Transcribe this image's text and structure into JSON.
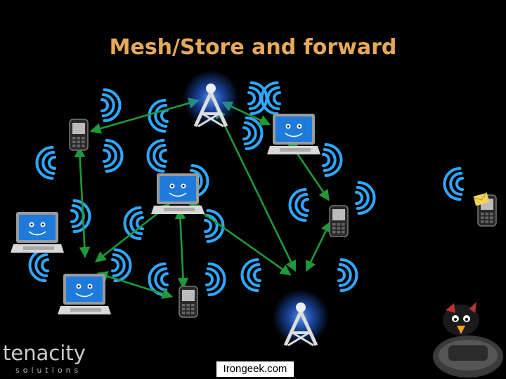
{
  "slide": {
    "title": "Mesh/Store and forward",
    "title_color": "#e6a95a",
    "footer_text": "Irongeek.com",
    "logo": {
      "name": "tenacity",
      "subtitle": "solutions"
    }
  },
  "colors": {
    "signal_wave": "#2fa8ff",
    "arrow": "#1f9a3a",
    "laptop_screen": "#1e7bdc",
    "laptop_body": "#d8d8d8",
    "phone_body": "#2a2a2a",
    "tower_glow": "#2a6fff",
    "message_note": "#f2d35a"
  },
  "nodes": [
    {
      "id": "tower-top",
      "kind": "tower-icon"
    },
    {
      "id": "tower-bottom",
      "kind": "tower-icon"
    },
    {
      "id": "phone-top-left",
      "kind": "phone-icon"
    },
    {
      "id": "laptop-top-right",
      "kind": "laptop-icon"
    },
    {
      "id": "laptop-center",
      "kind": "laptop-icon"
    },
    {
      "id": "laptop-left",
      "kind": "laptop-icon"
    },
    {
      "id": "phone-right",
      "kind": "phone-icon"
    },
    {
      "id": "laptop-bottom-left",
      "kind": "laptop-icon"
    },
    {
      "id": "phone-bottom",
      "kind": "phone-icon"
    },
    {
      "id": "phone-far-right",
      "kind": "phone-icon",
      "carrying": "message-icon"
    }
  ],
  "links": [
    [
      "tower-top",
      "phone-top-left"
    ],
    [
      "tower-top",
      "laptop-top-right"
    ],
    [
      "tower-top",
      "tower-bottom"
    ],
    [
      "laptop-top-right",
      "phone-right"
    ],
    [
      "phone-right",
      "tower-bottom"
    ],
    [
      "phone-top-left",
      "laptop-bottom-left"
    ],
    [
      "laptop-bottom-left",
      "laptop-center"
    ],
    [
      "laptop-center",
      "phone-bottom"
    ],
    [
      "laptop-center",
      "tower-bottom"
    ],
    [
      "laptop-bottom-left",
      "phone-bottom"
    ]
  ]
}
